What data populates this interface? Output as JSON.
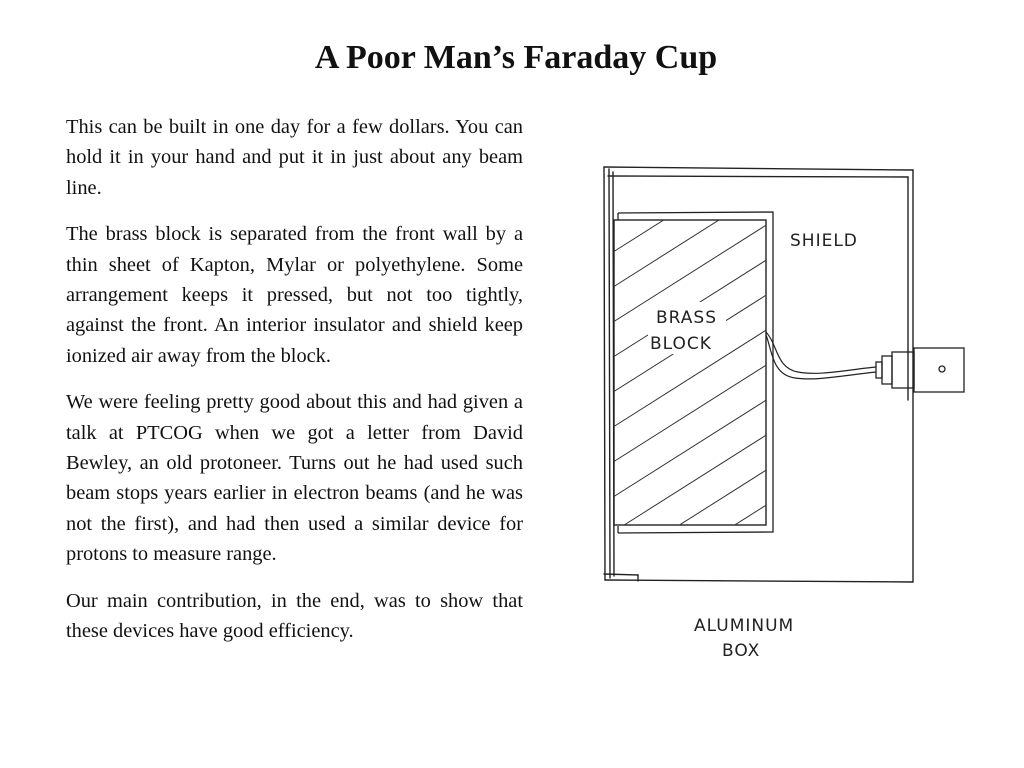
{
  "slide": {
    "title": "A Poor Man’s Faraday Cup"
  },
  "body": {
    "paragraphs": [
      "This can be built in one day for a few dollars. You can hold it in your hand and put it in just about any beam line.",
      "The brass block is separated from the front wall by a thin sheet of Kapton, Mylar or polyethylene. Some arrangement keeps it pressed, but not too tightly, against the front. An interior insulator and shield keep ionized air away from the block.",
      "We were feeling pretty good about this and had given a talk at PTCOG when we got a letter from David Bewley, an old protoneer. Turns out he had used such beam stops years earlier in electron beams (and he was not the first), and had then used a similar device for protons to measure range.",
      "Our main contribution, in the end, was to show that these devices have good efficiency."
    ]
  },
  "diagram": {
    "labels": {
      "shield": "SHIELD",
      "brass_line1": "BRASS",
      "brass_line2": "BLOCK",
      "aluminum_line1": "ALUMINUM",
      "aluminum_line2": "BOX"
    }
  }
}
